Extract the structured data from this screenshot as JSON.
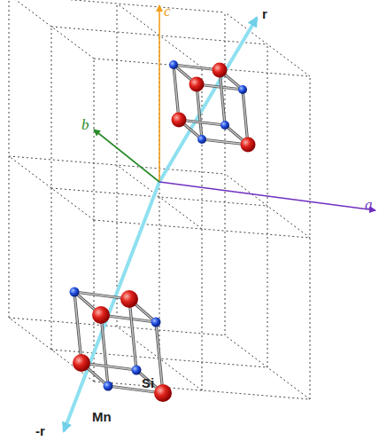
{
  "diagram": {
    "labels": [
      "c",
      "b",
      "a",
      "r",
      "-r",
      "Mn",
      "Si"
    ]
  }
}
